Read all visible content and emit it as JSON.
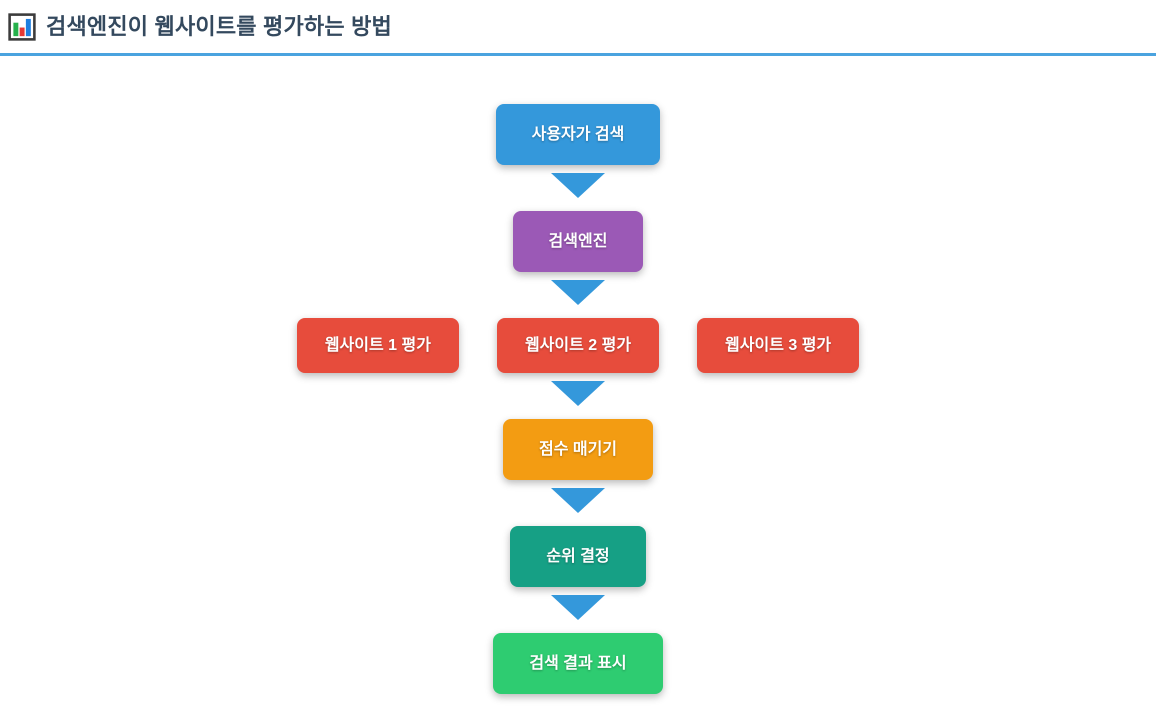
{
  "header": {
    "icon": "bar-chart-icon",
    "title": "검색엔진이 웹사이트를 평가하는 방법",
    "title_color": "#34495e",
    "rule_color": "#4aa3df"
  },
  "flowchart": {
    "arrow_color": "#3498db",
    "main_nodes": [
      {
        "label": "사용자가 검색",
        "color": "#3498db"
      },
      {
        "label": "검색엔진",
        "color": "#9b59b6"
      },
      {
        "label": "점수 매기기",
        "color": "#f39c12"
      },
      {
        "label": "순위 결정",
        "color": "#16a085"
      },
      {
        "label": "검색 결과 표시",
        "color": "#2ecc71"
      }
    ],
    "evaluation_nodes": [
      {
        "label": "웹사이트 1 평가",
        "color": "#e74c3c"
      },
      {
        "label": "웹사이트 2 평가",
        "color": "#e74c3c"
      },
      {
        "label": "웹사이트 3 평가",
        "color": "#e74c3c"
      }
    ]
  }
}
